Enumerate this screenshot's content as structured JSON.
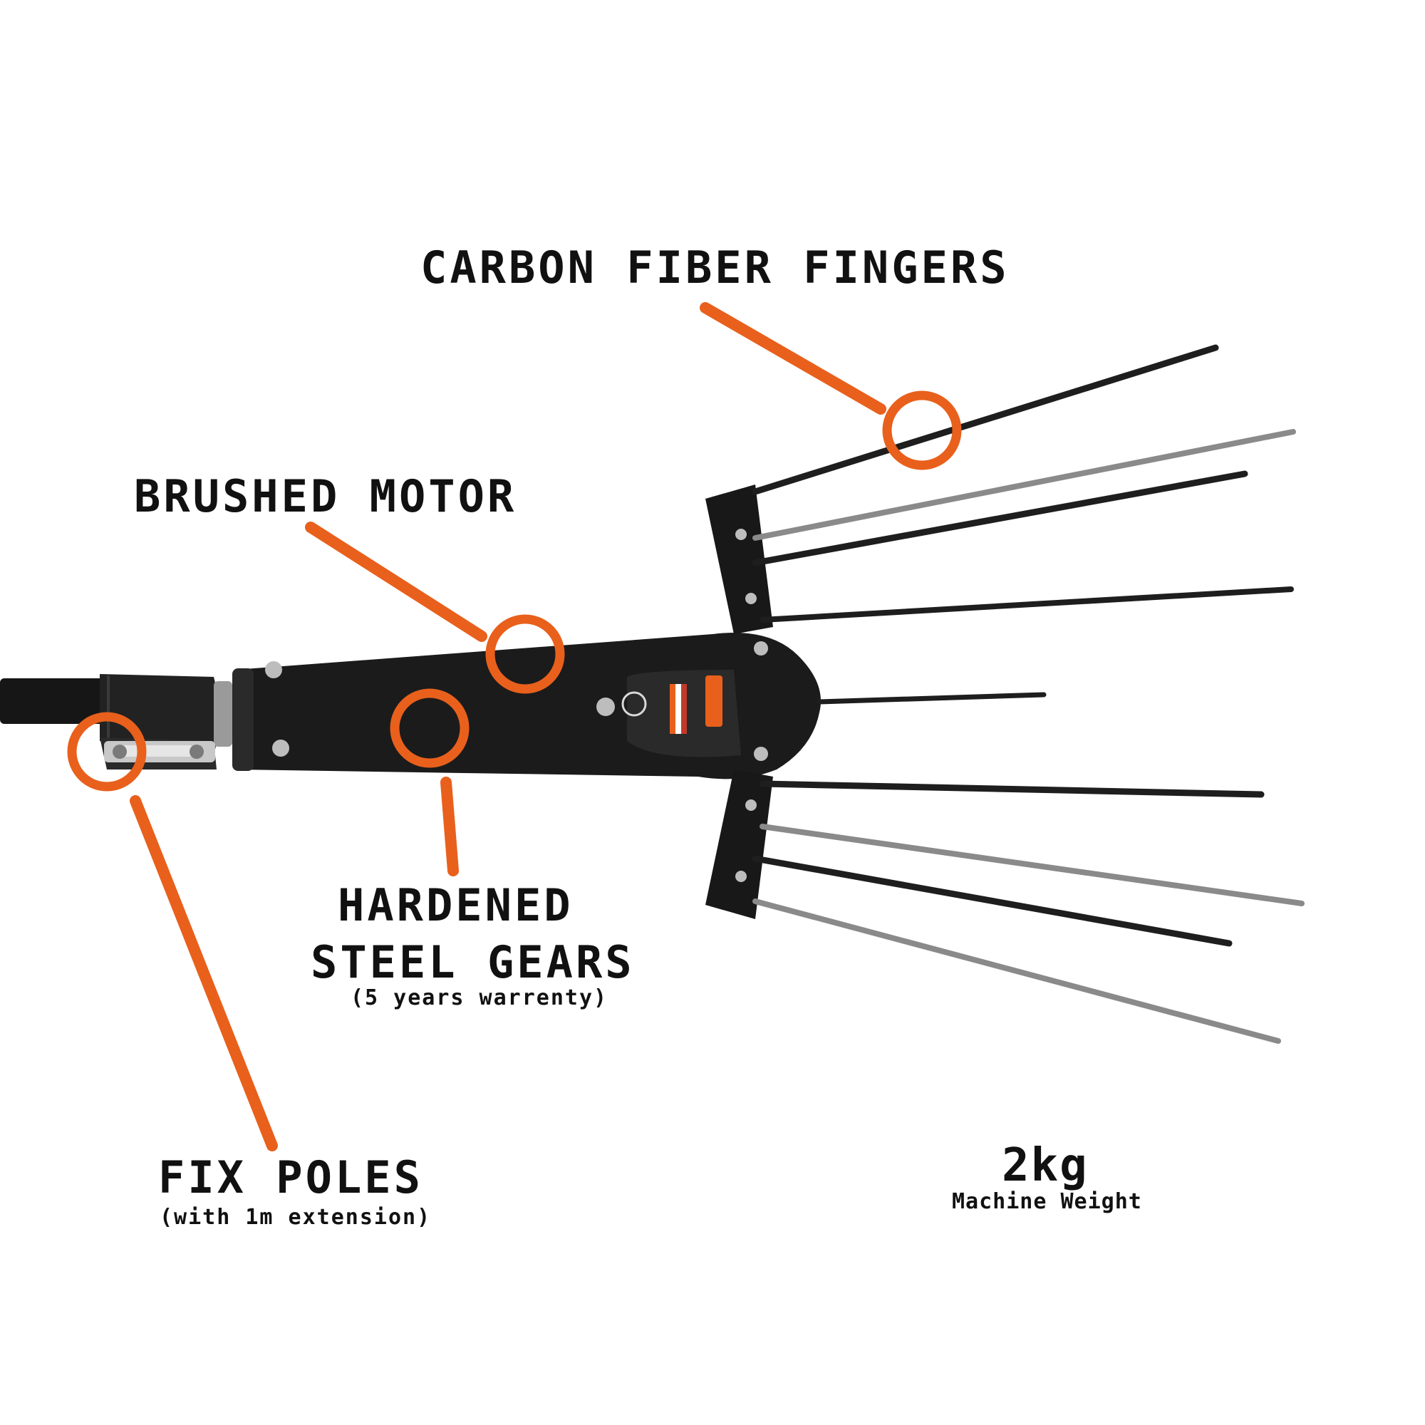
{
  "colors": {
    "accent": "#e8601c",
    "body": "#1b1b1b",
    "text": "#111111",
    "steel": "#8a8a8a",
    "carbon": "#1e1e1e"
  },
  "callouts": {
    "carbon_fingers": {
      "title": "CARBON FIBER FINGERS"
    },
    "brushed_motor": {
      "title": "BRUSHED MOTOR"
    },
    "steel_gears": {
      "title_line1": "HARDENED",
      "title_line2": "STEEL GEARS",
      "subtitle": "(5 years warrenty)"
    },
    "fix_poles": {
      "title": "FIX POLES",
      "subtitle": "(with 1m extension)"
    },
    "weight": {
      "value": "2kg",
      "label": "Machine Weight"
    }
  }
}
